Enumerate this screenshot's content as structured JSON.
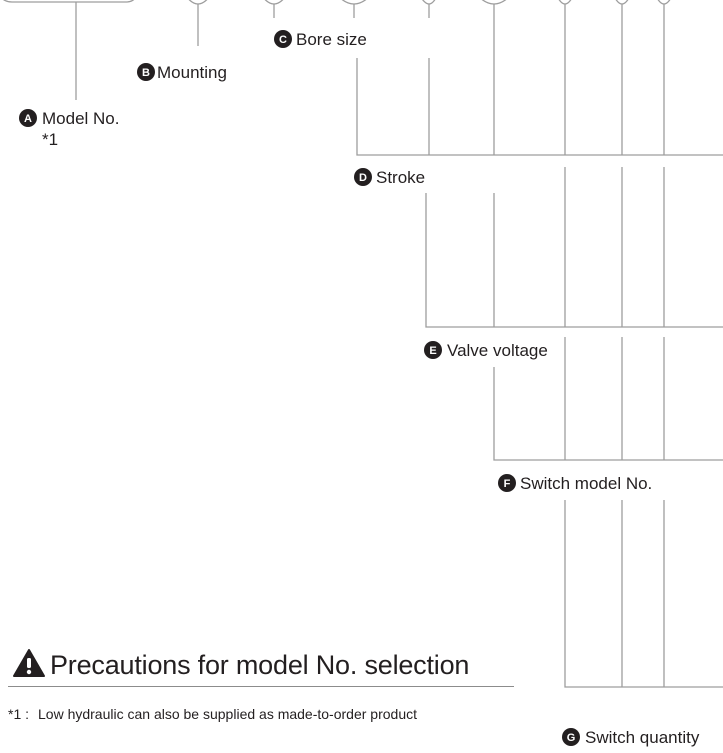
{
  "labels": [
    {
      "badge": "A",
      "text": "Model No.",
      "sub": "*1"
    },
    {
      "badge": "B",
      "text": "Mounting"
    },
    {
      "badge": "C",
      "text": "Bore size"
    },
    {
      "badge": "D",
      "text": "Stroke"
    },
    {
      "badge": "E",
      "text": "Valve voltage"
    },
    {
      "badge": "F",
      "text": "Switch model No."
    },
    {
      "badge": "G",
      "text": "Switch quantity"
    }
  ],
  "precautions": {
    "title": "Precautions for model No. selection",
    "note_ref": "*1 :",
    "note_text": "Low hydraulic can also be supplied as made-to-order product"
  },
  "colors": {
    "line": "#9d9d9d",
    "badge": "#231f20",
    "text": "#231f20"
  }
}
